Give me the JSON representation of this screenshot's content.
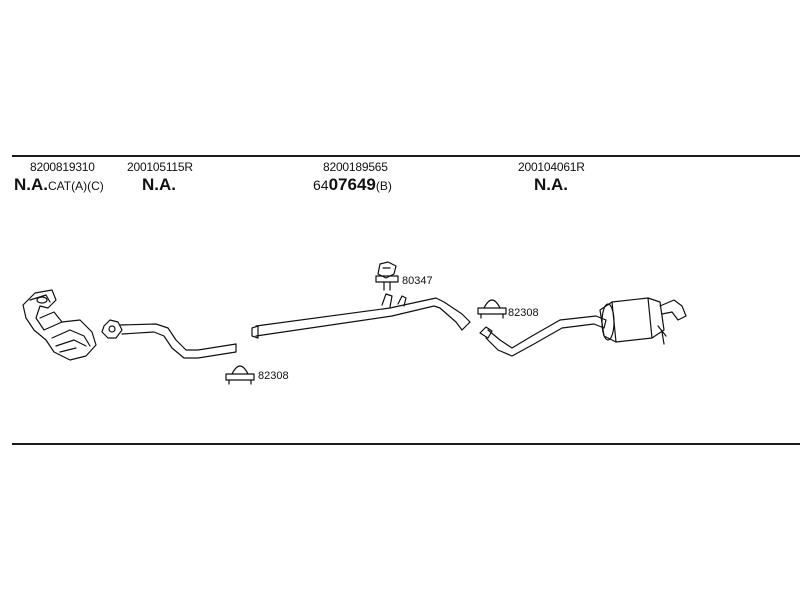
{
  "columns": [
    {
      "part_number": "8200819310",
      "status_bold": "N.A.",
      "status_suffix": "CAT(A)(C)"
    },
    {
      "part_number": "200105115R",
      "status_bold": "N.A.",
      "status_suffix": ""
    },
    {
      "part_number": "8200189565",
      "code_prefix": "64",
      "code_bold": "07649",
      "code_suffix": "(B)"
    },
    {
      "part_number": "200104061R",
      "status_bold": "N.A.",
      "status_suffix": ""
    }
  ],
  "callouts": {
    "hanger": "80347",
    "clamp_left": "82308",
    "clamp_right": "82308"
  }
}
